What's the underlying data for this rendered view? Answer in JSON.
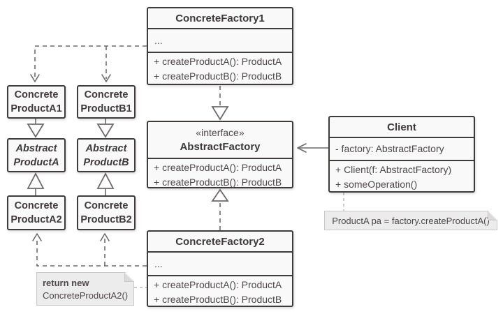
{
  "colors": {
    "border": "#403b3b",
    "boxFill": "#f9f9f9",
    "headText": "#3e393a",
    "bodyText": "#4d4849",
    "arrow": "#6f6a6c",
    "noteFill": "#ececec",
    "noteBorder": "#c9c9c9",
    "noteFold": "#dadada",
    "noteConnector": "#b8b8b8",
    "bg": "#ffffff"
  },
  "classes": {
    "concreteFactory1": {
      "name": "ConcreteFactory1",
      "placeholder": "...",
      "methods": [
        "+ createProductA(): ProductA",
        "+ createProductB(): ProductB"
      ]
    },
    "abstractFactory": {
      "stereotype": "«interface»",
      "name": "AbstractFactory",
      "methods": [
        "+ createProductA(): ProductA",
        "+ createProductB(): ProductB"
      ]
    },
    "concreteFactory2": {
      "name": "ConcreteFactory2",
      "placeholder": "...",
      "methods": [
        "+ createProductA(): ProductA",
        "+ createProductB(): ProductB"
      ]
    },
    "client": {
      "name": "Client",
      "attributes": [
        "- factory: AbstractFactory"
      ],
      "methods": [
        "+ Client(f: AbstractFactory)",
        "+ someOperation()"
      ]
    },
    "concreteProductA1": {
      "name_line1": "Concrete",
      "name_line2": "ProductA1"
    },
    "concreteProductB1": {
      "name_line1": "Concrete",
      "name_line2": "ProductB1"
    },
    "abstractProductA": {
      "name_line1": "Abstract",
      "name_line2": "ProductA"
    },
    "abstractProductB": {
      "name_line1": "Abstract",
      "name_line2": "ProductB"
    },
    "concreteProductA2": {
      "name_line1": "Concrete",
      "name_line2": "ProductA2"
    },
    "concreteProductB2": {
      "name_line1": "Concrete",
      "name_line2": "ProductB2"
    }
  },
  "notes": {
    "createA2": {
      "keyword": "return new",
      "code": "ConcreteProductA2()"
    },
    "clientCode": {
      "text": "ProductA pa = factory.createProductA()"
    }
  }
}
